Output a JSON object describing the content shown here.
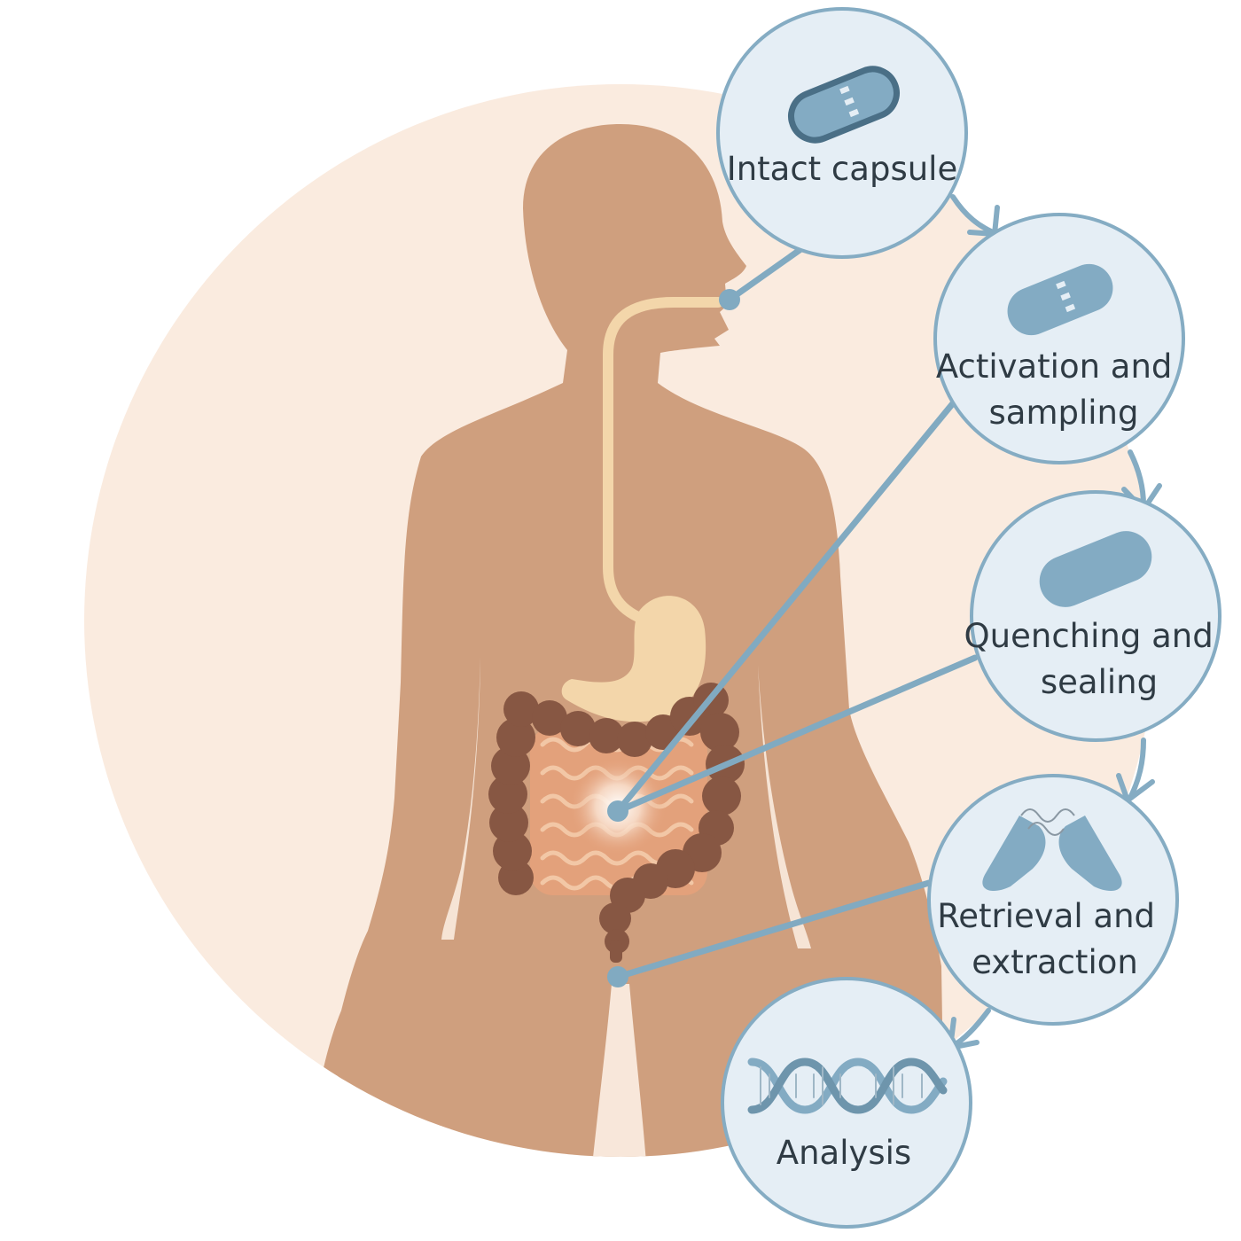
{
  "colors": {
    "background_disc": "#FAEBDF",
    "body": "#CF9F7E",
    "esophagus_stomach": "#F3D6AA",
    "colon": "#875743",
    "small_intestine": "#E3A17B",
    "connector": "#81AAC1",
    "circle_fill": "#E5EEF5",
    "circle_stroke": "#85ACC3",
    "capsule": "#83ABC3",
    "capsule_outline": "#4A6F86",
    "text": "#2f3b44"
  },
  "steps": [
    {
      "label_lines": [
        "Intact capsule"
      ],
      "icon": "capsule-intact-icon"
    },
    {
      "label_lines": [
        "Activation and",
        "sampling"
      ],
      "icon": "capsule-activated-icon"
    },
    {
      "label_lines": [
        "Quenching and",
        "sealing"
      ],
      "icon": "capsule-sealed-icon"
    },
    {
      "label_lines": [
        "Retrieval and",
        "extraction"
      ],
      "icon": "capsule-open-dna-icon"
    },
    {
      "label_lines": [
        "Analysis"
      ],
      "icon": "dna-helix-icon"
    }
  ]
}
